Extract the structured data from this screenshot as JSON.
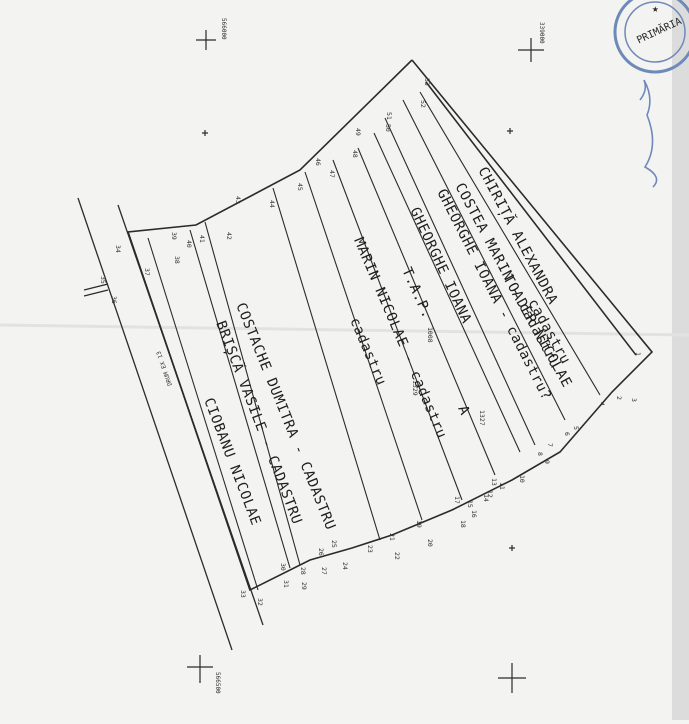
{
  "parcels": [
    {
      "id": "chirita",
      "label": "CHIRIȚĂ ALEXANDRA"
    },
    {
      "id": "toader",
      "label": "TOADER NICOLAE"
    },
    {
      "id": "toader2",
      "label": "cadastru"
    },
    {
      "id": "costea",
      "label": "COSTEA MARIN - cadastru"
    },
    {
      "id": "gheorghe1",
      "label": "GHEORGHE IOANA - cadastru?"
    },
    {
      "id": "gheorghe2",
      "label": "GHEORGHE IOANA"
    },
    {
      "id": "tap",
      "label": "T.A.P."
    },
    {
      "id": "parcel_a",
      "label": "A"
    },
    {
      "id": "marin1",
      "label": "MARIN NICOLAE - cadastru"
    },
    {
      "id": "marin2",
      "label": "cadastru"
    },
    {
      "id": "costache",
      "label": "COSTACHE DUMITRA - CADASTRU"
    },
    {
      "id": "brisca",
      "label": "BRIȘCĂ VASILE - CADASTRU"
    },
    {
      "id": "ciobanu",
      "label": "CIOBANU NICOLAE"
    }
  ],
  "points": [
    "1",
    "2",
    "3",
    "4",
    "5",
    "6",
    "7",
    "8",
    "9",
    "10",
    "11",
    "12",
    "13",
    "14",
    "15",
    "16",
    "17",
    "18",
    "19",
    "20",
    "21",
    "22",
    "23",
    "24",
    "25",
    "26",
    "27",
    "28",
    "29",
    "30",
    "31",
    "32",
    "33",
    "34",
    "35",
    "36",
    "37",
    "38",
    "39",
    "40",
    "41",
    "42",
    "43",
    "44",
    "45",
    "46",
    "47",
    "48",
    "49",
    "50",
    "51",
    "52",
    "53"
  ],
  "grid_coordinates": {
    "top_left": "566000",
    "top_right": "339000",
    "bottom_left": "566500"
  },
  "road_label": "DRUM EX 13",
  "small_labels": [
    "1008",
    "1329",
    "1327"
  ],
  "stamp_text": "PRIMĂRIA"
}
